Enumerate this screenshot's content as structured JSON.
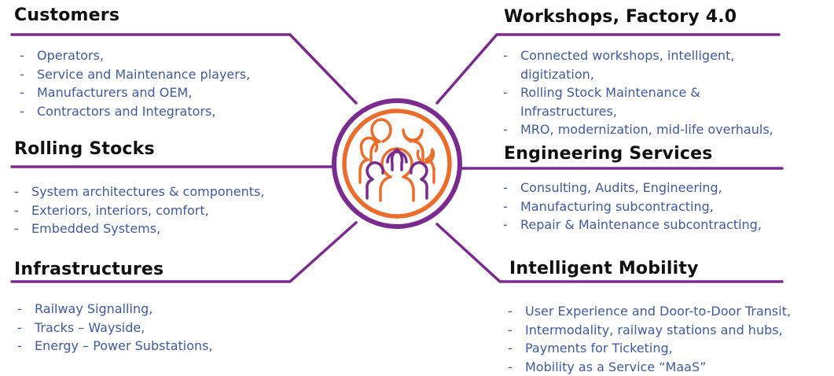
{
  "colors": {
    "purple": "#7b2a8f",
    "orange": "#ec6d2b",
    "heading": "#111111",
    "item": "#3f5a9e"
  },
  "center_icon": "people-group-icon",
  "sections": {
    "customers": {
      "title": "Customers",
      "items": [
        "Operators,",
        "Service and Maintenance players,",
        "Manufacturers and OEM,",
        "Contractors and Integrators,"
      ]
    },
    "rolling_stocks": {
      "title": "Rolling Stocks",
      "items": [
        "System architectures & components,",
        "Exteriors, interiors, comfort,",
        "Embedded Systems,"
      ]
    },
    "infrastructures": {
      "title": "Infrastructures",
      "items": [
        "Railway Signalling,",
        "Tracks – Wayside,",
        "Energy – Power Substations,"
      ]
    },
    "workshops": {
      "title": "Workshops, Factory 4.0",
      "items": [
        "Connected workshops, intelligent,",
        "digitization,",
        "Rolling Stock Maintenance &",
        "Infrastructures,",
        "MRO, modernization, mid-life overhauls,"
      ]
    },
    "engineering": {
      "title": "Engineering Services",
      "items": [
        "Consulting, Audits, Engineering,",
        "Manufacturing subcontracting,",
        "Repair & Maintenance subcontracting,"
      ]
    },
    "mobility": {
      "title": "Intelligent Mobility",
      "items": [
        "User Experience and Door-to-Door Transit,",
        "Intermodality, railway stations and hubs,",
        "Payments for Ticketing,",
        "Mobility as a Service “MaaS”"
      ]
    }
  }
}
